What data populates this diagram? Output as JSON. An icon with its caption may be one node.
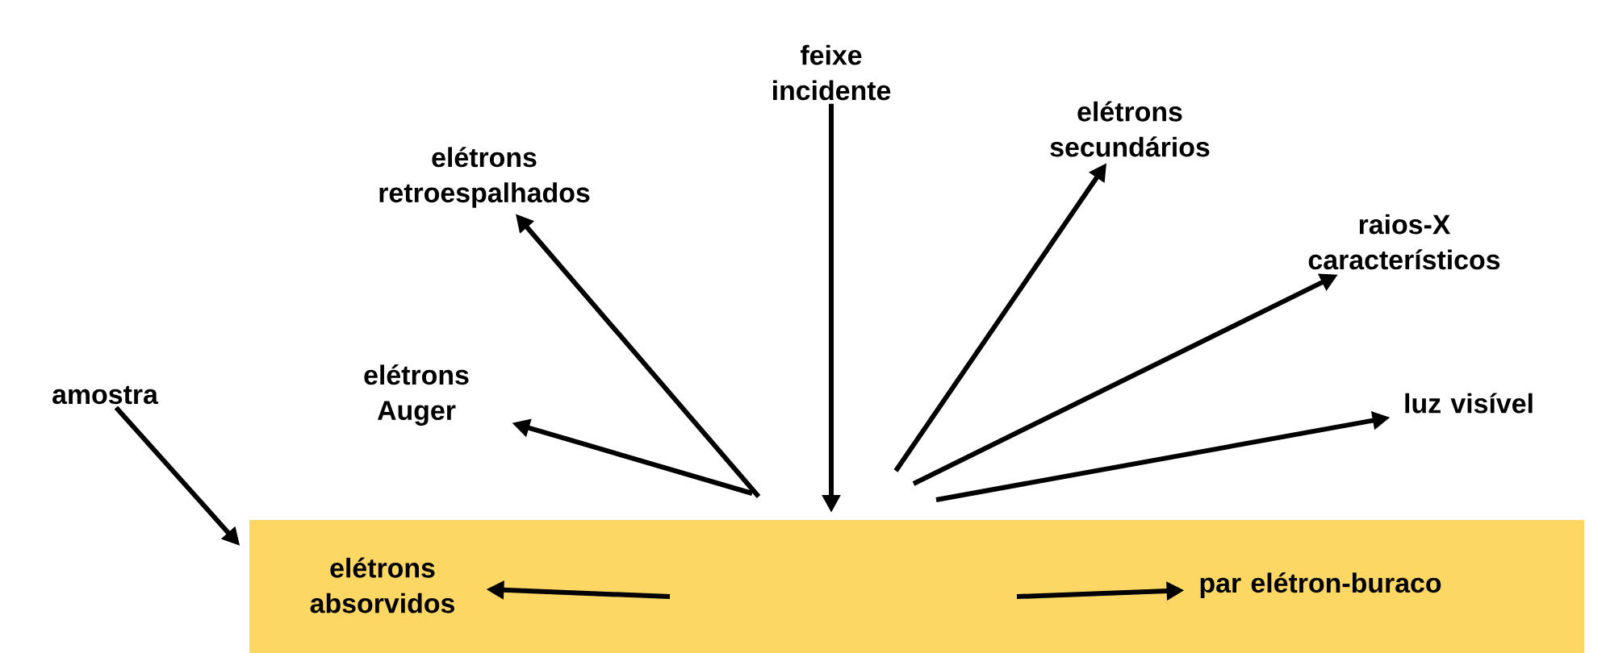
{
  "diagram": {
    "nodes": [
      {
        "text": [
          "feixe incidente"
        ]
      },
      {
        "text": [
          "elétrons retroespalhados"
        ]
      },
      {
        "text": [
          "elétrons secundários"
        ]
      },
      {
        "text": [
          "raios-X característicos"
        ]
      },
      {
        "text": [
          "elétrons Auger"
        ]
      },
      {
        "text": [
          "luz visível"
        ]
      },
      {
        "text": [
          "amostra"
        ]
      },
      {
        "text": [],
        "shape": "box"
      },
      {
        "text": [
          "elétrons absorvidos"
        ],
        "in": 7
      },
      {
        "text": [
          "par elétron-buraco"
        ],
        "in": 7
      }
    ],
    "edges": [
      {
        "from": 0,
        "to": 7,
        "arrow": "to"
      },
      {
        "from": null,
        "to": 1,
        "arrow": "to"
      },
      {
        "from": null,
        "to": 2,
        "arrow": "to"
      },
      {
        "from": null,
        "to": 3,
        "arrow": "to"
      },
      {
        "from": null,
        "to": 4,
        "arrow": "to"
      },
      {
        "from": null,
        "to": 5,
        "arrow": "to"
      },
      {
        "from": 6,
        "to": 7,
        "arrow": "to"
      },
      {
        "from": null,
        "to": 8,
        "arrow": "to"
      },
      {
        "from": null,
        "to": 9,
        "arrow": "to"
      }
    ]
  }
}
